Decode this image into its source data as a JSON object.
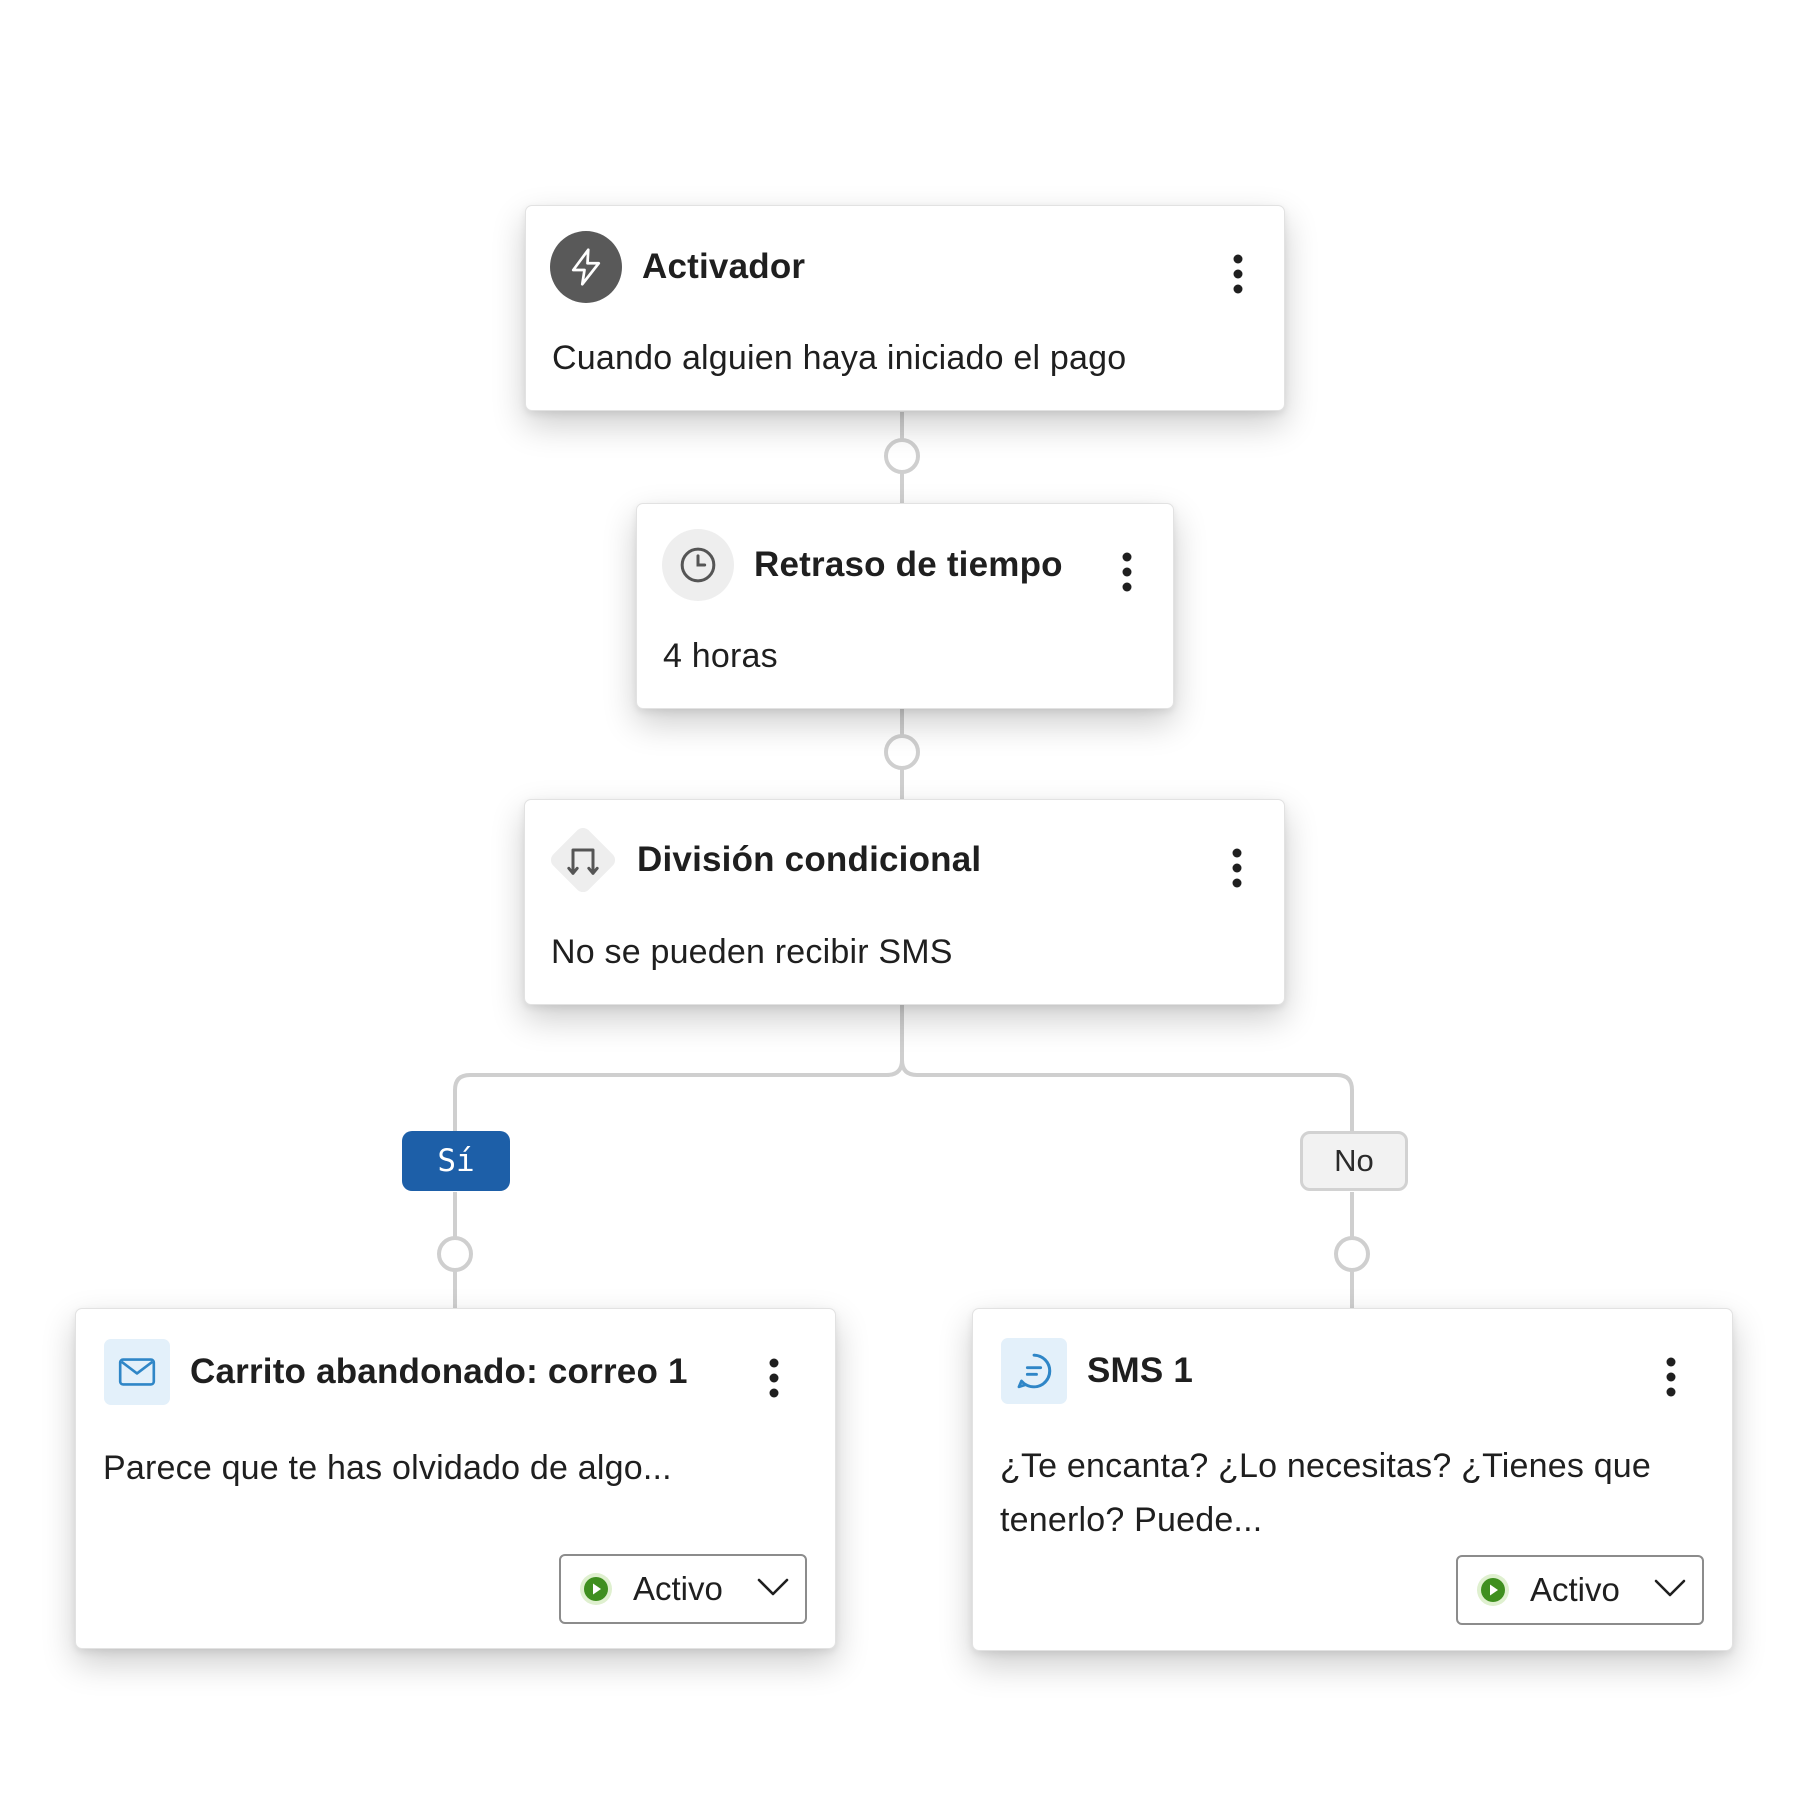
{
  "nodes": {
    "trigger": {
      "icon": "lightning-icon",
      "title": "Activador",
      "description": "Cuando alguien haya iniciado el pago"
    },
    "delay": {
      "icon": "clock-icon",
      "title": "Retraso de tiempo",
      "description": "4 horas"
    },
    "split": {
      "icon": "conditional-split-icon",
      "title": "División condicional",
      "description": "No se pueden recibir SMS"
    },
    "email": {
      "icon": "mail-icon",
      "title": "Carrito abandonado: correo 1",
      "description": "Parece que te has olvidado de algo...",
      "status": "Activo"
    },
    "sms": {
      "icon": "chat-bubble-icon",
      "title": "SMS 1",
      "description_line1": "¿Te encanta? ¿Lo necesitas? ¿Tienes que",
      "description_line2": "tenerlo? Puede...",
      "status": "Activo"
    }
  },
  "branches": {
    "yes_label": "Sí",
    "no_label": "No"
  },
  "colors": {
    "yes_tag": "#1d5fa8",
    "status_active": "#3f8f1f",
    "connector": "#cfcfcf",
    "email_icon": "#2f86c7",
    "sms_icon": "#2f86c7"
  }
}
